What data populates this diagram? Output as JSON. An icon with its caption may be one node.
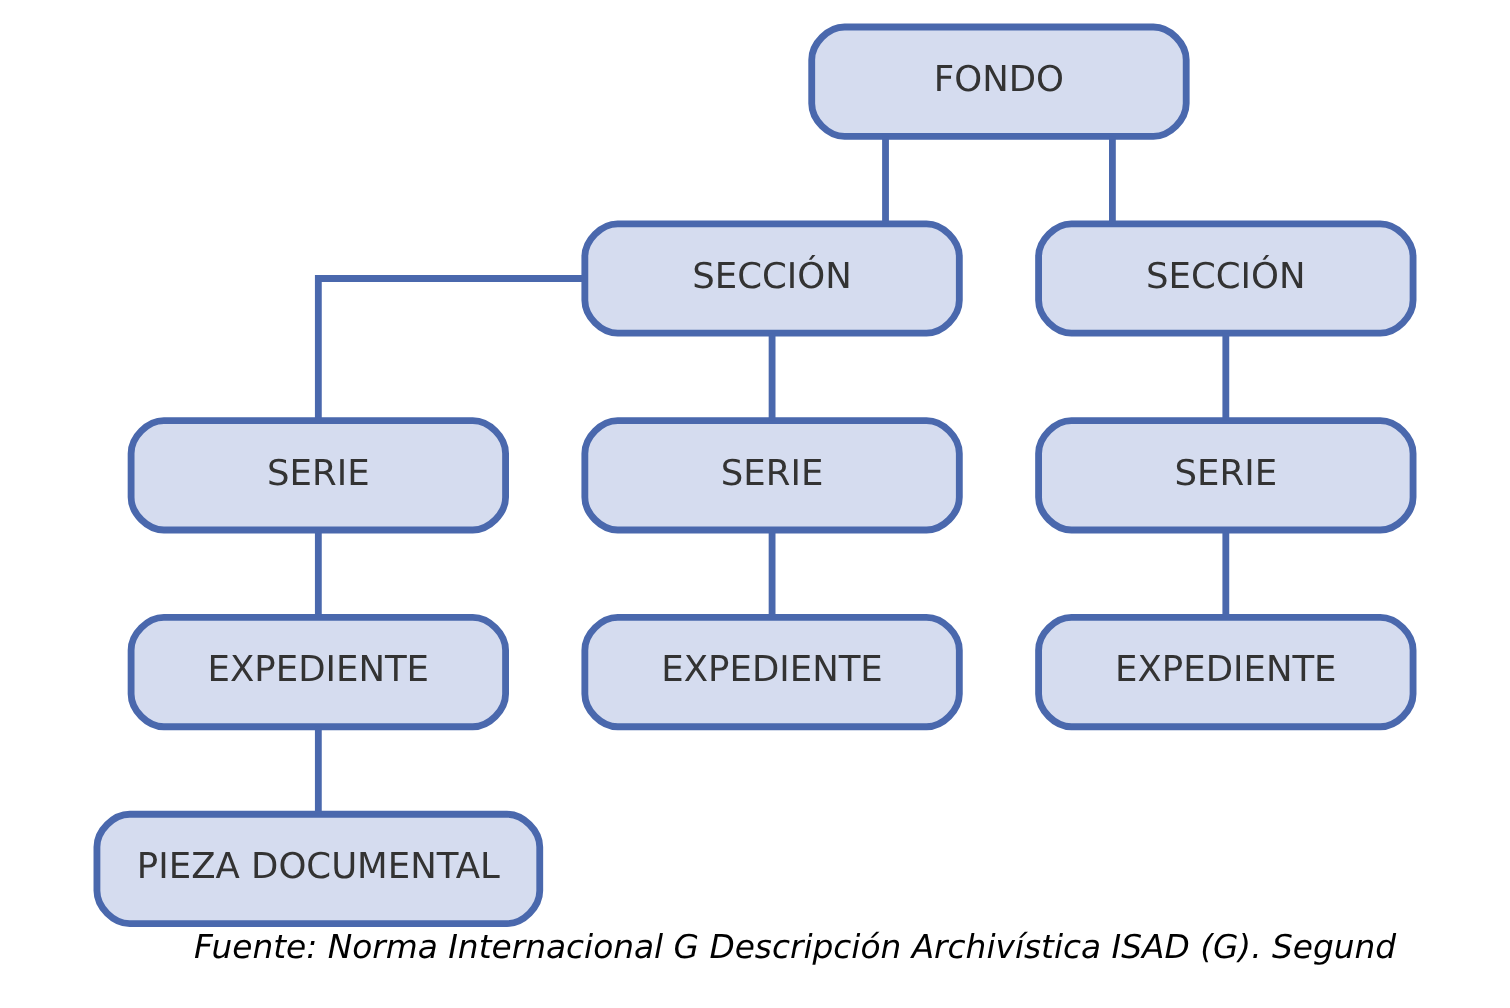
{
  "diagram": {
    "caption": "Fuente: Norma Internacional G Descripción Archivística ISAD (G). Segund",
    "nodes": [
      {
        "text": [
          "FONDO"
        ]
      },
      {
        "text": [
          "SECCIÓN"
        ]
      },
      {
        "text": [
          "SECCIÓN"
        ]
      },
      {
        "text": [
          "SERIE"
        ]
      },
      {
        "text": [
          "SERIE"
        ]
      },
      {
        "text": [
          "SERIE"
        ]
      },
      {
        "text": [
          "EXPEDIENTE"
        ]
      },
      {
        "text": [
          "EXPEDIENTE"
        ]
      },
      {
        "text": [
          "EXPEDIENTE"
        ]
      },
      {
        "text": [
          "PIEZA DOCUMENTAL"
        ]
      }
    ],
    "edges": [
      {
        "from": 0,
        "to": 1,
        "arrow": "none"
      },
      {
        "from": 0,
        "to": 2,
        "arrow": "none"
      },
      {
        "from": 1,
        "to": 3,
        "arrow": "none"
      },
      {
        "from": 1,
        "to": 4,
        "arrow": "none"
      },
      {
        "from": 2,
        "to": 5,
        "arrow": "none"
      },
      {
        "from": 3,
        "to": 6,
        "arrow": "none"
      },
      {
        "from": 4,
        "to": 7,
        "arrow": "none"
      },
      {
        "from": 5,
        "to": 8,
        "arrow": "none"
      },
      {
        "from": 6,
        "to": 9,
        "arrow": "none"
      }
    ]
  }
}
